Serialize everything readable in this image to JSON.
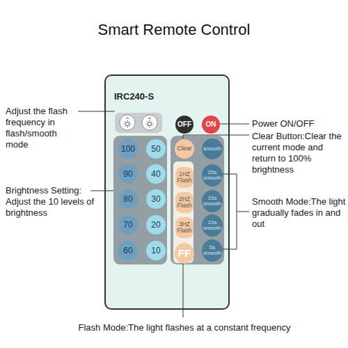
{
  "diagram": {
    "title": "Smart Remote Control",
    "nodes": [
      {
        "text": [
          "IRC240-S"
        ]
      },
      {
        "text": [
          "OFF"
        ],
        "in": 0
      },
      {
        "text": [
          "ON"
        ],
        "in": 0
      },
      {
        "text": [
          "100"
        ],
        "in": 0
      },
      {
        "text": [
          "50"
        ],
        "in": 0
      },
      {
        "text": [
          "Clear"
        ],
        "in": 0
      },
      {
        "text": [
          "smooth"
        ],
        "in": 0
      },
      {
        "text": [
          "90"
        ],
        "in": 0
      },
      {
        "text": [
          "40"
        ],
        "in": 0
      },
      {
        "text": [
          "1HZ Flash"
        ],
        "in": 0
      },
      {
        "text": [
          "20s smooth"
        ],
        "in": 0
      },
      {
        "text": [
          "80"
        ],
        "in": 0
      },
      {
        "text": [
          "30"
        ],
        "in": 0
      },
      {
        "text": [
          "2HZ Flash"
        ],
        "in": 0
      },
      {
        "text": [
          "15s smooth"
        ],
        "in": 0
      },
      {
        "text": [
          "70"
        ],
        "in": 0
      },
      {
        "text": [
          "20"
        ],
        "in": 0
      },
      {
        "text": [
          "3HZ Flash"
        ],
        "in": 0
      },
      {
        "text": [
          "10s smooth"
        ],
        "in": 0
      },
      {
        "text": [
          "60"
        ],
        "in": 0
      },
      {
        "text": [
          "10"
        ],
        "in": 0
      },
      {
        "text": [
          "FF"
        ],
        "in": 0
      },
      {
        "text": [
          "5s smooth"
        ],
        "in": 0
      }
    ],
    "labels": [
      "Adjust the flash frequency in flash/smooth mode",
      "Power ON/OFF",
      "Clear Button:Clear the current mode and return to 100% brightness",
      "Brightness Setting: Adjust the 10 levels of brightness",
      "Smooth Mode:The light gradually fades in and out",
      "Flash Mode:The light flashes at a constant frequency"
    ]
  }
}
